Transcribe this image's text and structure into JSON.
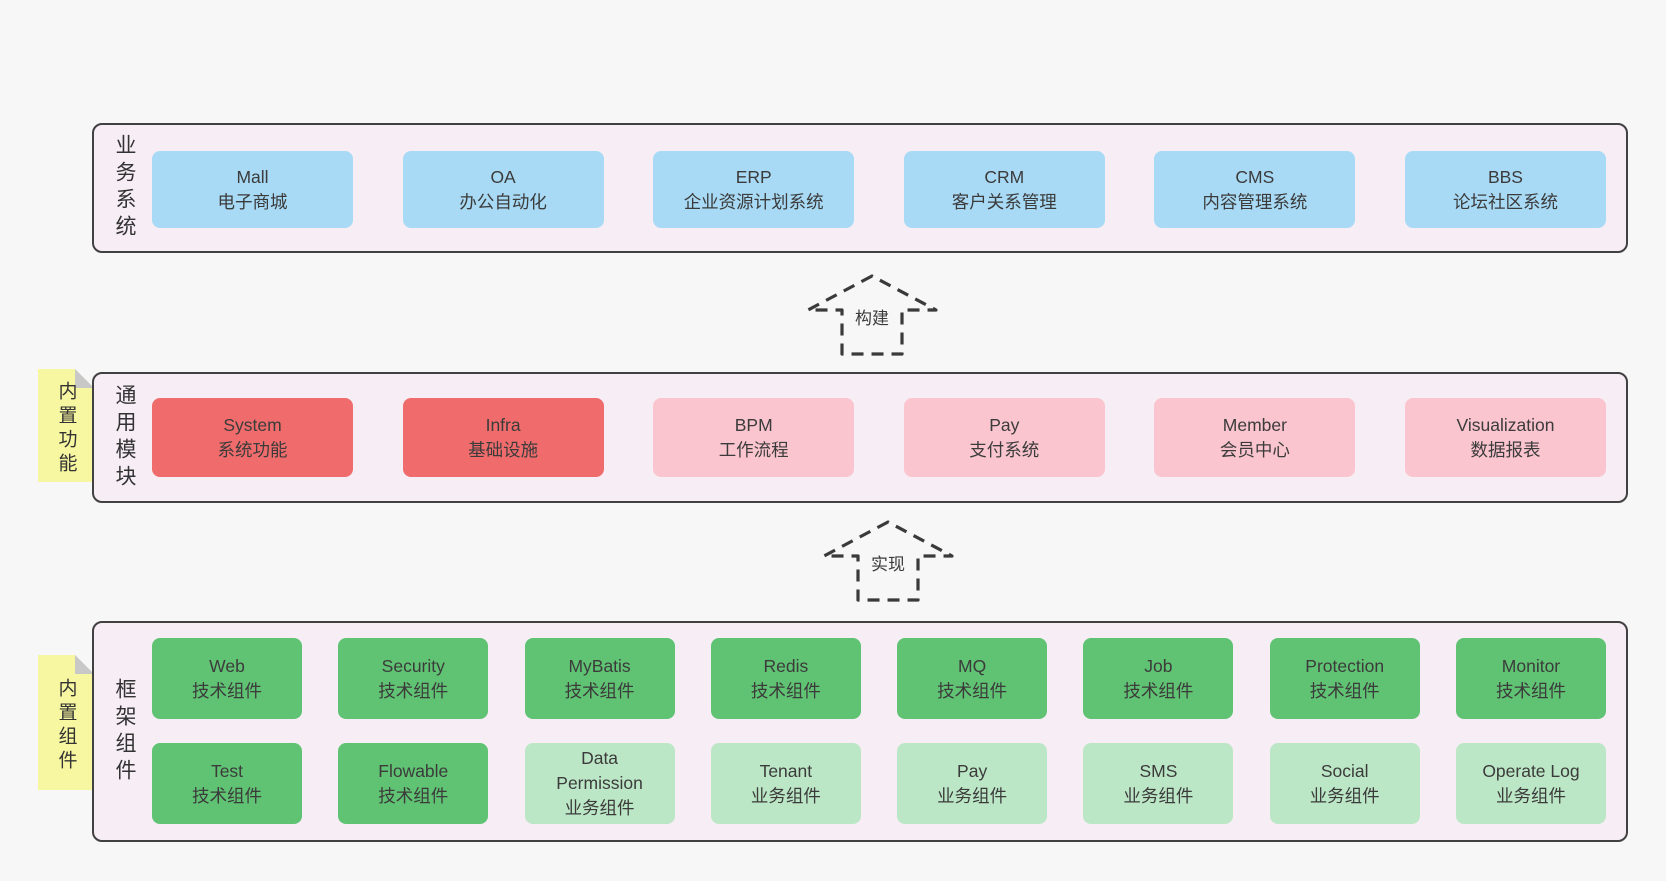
{
  "palette": {
    "page_bg": "#f7f7f7",
    "panel_bg": "#f7edf5",
    "panel_border": "#414141",
    "blue": "#a8daf5",
    "red": "#f06c6c",
    "pink": "#fac5ce",
    "green_tech": "#60c373",
    "green_biz": "#bce7c6",
    "sticky_yellow": "#f8f7a1",
    "sticky_fold_gray": "#c8c8c8",
    "text": "#3b3b3b"
  },
  "arrows": [
    {
      "label": "构建"
    },
    {
      "label": "实现"
    }
  ],
  "stickies": [
    {
      "label": "内置功能"
    },
    {
      "label": "内置组件"
    }
  ],
  "layers": [
    {
      "label": "业务系统",
      "items": [
        {
          "title": "Mall",
          "subtitle": "电子商城"
        },
        {
          "title": "OA",
          "subtitle": "办公自动化"
        },
        {
          "title": "ERP",
          "subtitle": "企业资源计划系统"
        },
        {
          "title": "CRM",
          "subtitle": "客户关系管理"
        },
        {
          "title": "CMS",
          "subtitle": "内容管理系统"
        },
        {
          "title": "BBS",
          "subtitle": "论坛社区系统"
        }
      ]
    },
    {
      "label": "通用模块",
      "items": [
        {
          "title": "System",
          "subtitle": "系统功能"
        },
        {
          "title": "Infra",
          "subtitle": "基础设施"
        },
        {
          "title": "BPM",
          "subtitle": "工作流程"
        },
        {
          "title": "Pay",
          "subtitle": "支付系统"
        },
        {
          "title": "Member",
          "subtitle": "会员中心"
        },
        {
          "title": "Visualization",
          "subtitle": "数据报表"
        }
      ]
    },
    {
      "label": "框架组件",
      "rows": [
        [
          {
            "title": "Web",
            "subtitle": "技术组件"
          },
          {
            "title": "Security",
            "subtitle": "技术组件"
          },
          {
            "title": "MyBatis",
            "subtitle": "技术组件"
          },
          {
            "title": "Redis",
            "subtitle": "技术组件"
          },
          {
            "title": "MQ",
            "subtitle": "技术组件"
          },
          {
            "title": "Job",
            "subtitle": "技术组件"
          },
          {
            "title": "Protection",
            "subtitle": "技术组件"
          },
          {
            "title": "Monitor",
            "subtitle": "技术组件"
          }
        ],
        [
          {
            "title": "Test",
            "subtitle": "技术组件"
          },
          {
            "title": "Flowable",
            "subtitle": "技术组件"
          },
          {
            "title": "Data Permission",
            "subtitle": "业务组件"
          },
          {
            "title": "Tenant",
            "subtitle": "业务组件"
          },
          {
            "title": "Pay",
            "subtitle": "业务组件"
          },
          {
            "title": "SMS",
            "subtitle": "业务组件"
          },
          {
            "title": "Social",
            "subtitle": "业务组件"
          },
          {
            "title": "Operate Log",
            "subtitle": "业务组件"
          }
        ]
      ]
    }
  ]
}
